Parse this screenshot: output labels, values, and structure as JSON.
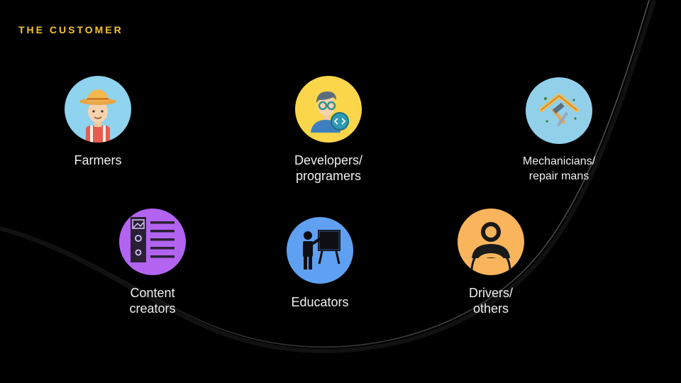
{
  "slide": {
    "title": "THE CUSTOMER",
    "colors": {
      "background": "#000000",
      "title_accent": "#f6c431",
      "farmer_circle": "#8fd3ef",
      "developer_circle": "#fbd64a",
      "mechanic_circle": "#92d0ea",
      "content_circle": "#b264f0",
      "educator_circle": "#5fa0f2",
      "driver_circle": "#fab55c"
    },
    "customers": [
      {
        "label": "Farmers",
        "icon": "farmer-icon"
      },
      {
        "label": "Developers/\nprogramers",
        "icon": "developer-icon"
      },
      {
        "label": "Mechanicians/\nrepair mans",
        "icon": "mechanic-icon"
      },
      {
        "label": "Content\ncreators",
        "icon": "content-creator-icon"
      },
      {
        "label": "Educators",
        "icon": "educator-icon"
      },
      {
        "label": "Drivers/\nothers",
        "icon": "driver-icon"
      }
    ]
  }
}
